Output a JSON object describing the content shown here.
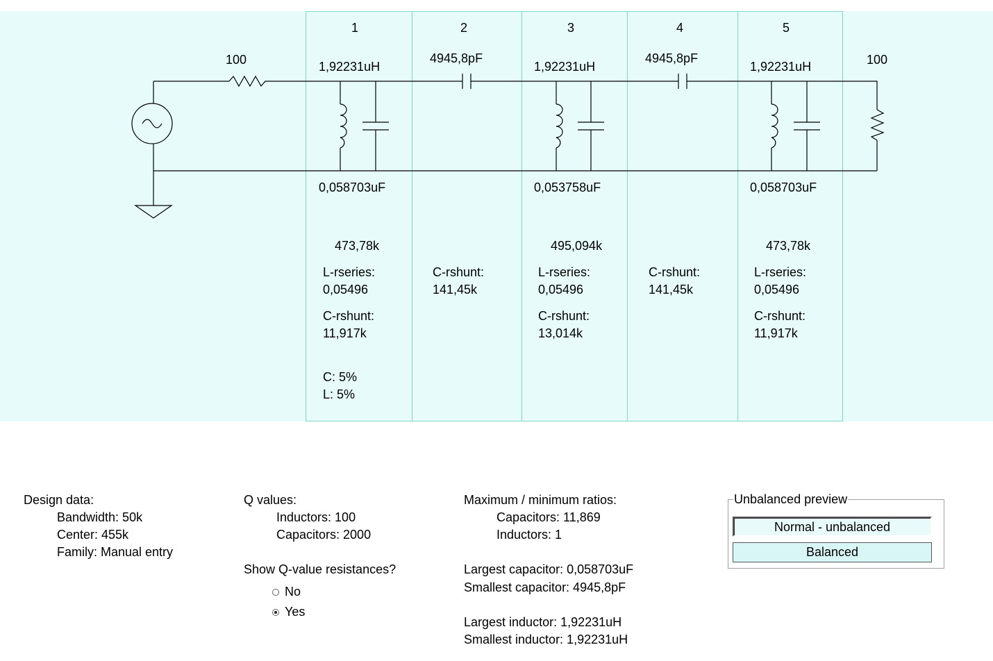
{
  "schematic": {
    "source_resistor": "100",
    "load_resistor": "100",
    "sections": [
      {
        "number": "1",
        "top_value": "1,92231uH",
        "bottom_value": "0,058703uF",
        "freq": "473,78k",
        "q_lines": [
          "L-rseries:",
          "0,05496",
          "C-rshunt:",
          "11,917k"
        ]
      },
      {
        "number": "2",
        "top_value": "4945,8pF",
        "bottom_value": "",
        "freq": "",
        "q_lines": [
          "C-rshunt:",
          "141,45k"
        ]
      },
      {
        "number": "3",
        "top_value": "1,92231uH",
        "bottom_value": "0,053758uF",
        "freq": "495,094k",
        "q_lines": [
          "L-rseries:",
          "0,05496",
          "C-rshunt:",
          "13,014k"
        ]
      },
      {
        "number": "4",
        "top_value": "4945,8pF",
        "bottom_value": "",
        "freq": "",
        "q_lines": [
          "C-rshunt:",
          "141,45k"
        ]
      },
      {
        "number": "5",
        "top_value": "1,92231uH",
        "bottom_value": "0,058703uF",
        "freq": "473,78k",
        "q_lines": [
          "L-rseries:",
          "0,05496",
          "C-rshunt:",
          "11,917k"
        ]
      }
    ],
    "tolerance": {
      "c": "C: 5%",
      "l": "L: 5%"
    }
  },
  "design_data": {
    "title": "Design data:",
    "lines": [
      "Bandwidth:  50k",
      "Center:  455k",
      "Family:  Manual entry"
    ]
  },
  "q_values": {
    "title": "Q values:",
    "lines": [
      "Inductors:  100",
      "Capacitors:  2000"
    ],
    "question": "Show Q-value resistances?",
    "options": [
      {
        "label": "No",
        "checked": false
      },
      {
        "label": "Yes",
        "checked": true
      }
    ]
  },
  "ratios": {
    "title": "Maximum / minimum ratios:",
    "lines": [
      "Capacitors: 11,869",
      "Inductors: 1"
    ],
    "largest_capacitor": "Largest capacitor: 0,058703uF",
    "smallest_capacitor": "Smallest capacitor: 4945,8pF",
    "largest_inductor": "Largest inductor: 1,92231uH",
    "smallest_inductor": "Smallest inductor: 1,92231uH"
  },
  "preview": {
    "title": "Unbalanced preview",
    "buttons": [
      {
        "label": "Normal - unbalanced",
        "selected": true
      },
      {
        "label": "Balanced",
        "selected": false
      }
    ]
  },
  "colors": {
    "background": "#e6fbfa",
    "section_border": "#7fd9c4",
    "wire": "#000000"
  }
}
